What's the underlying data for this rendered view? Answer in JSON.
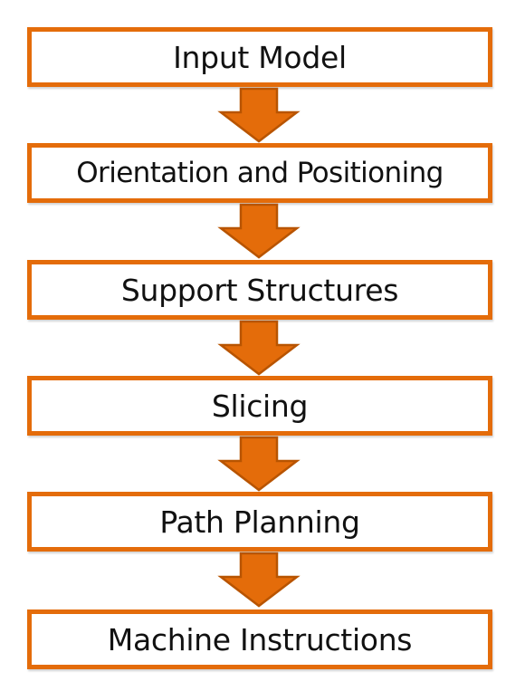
{
  "flowchart": {
    "steps": [
      {
        "label": "Input Model"
      },
      {
        "label": "Orientation and Positioning"
      },
      {
        "label": "Support Structures"
      },
      {
        "label": "Slicing"
      },
      {
        "label": "Path Planning"
      },
      {
        "label": "Machine Instructions"
      }
    ],
    "colors": {
      "box_border": "#e46c0a",
      "arrow_fill": "#e46c0a",
      "arrow_stroke": "#b85400",
      "text": "#111111"
    },
    "icons": {
      "connector": "arrow-down-icon"
    }
  }
}
